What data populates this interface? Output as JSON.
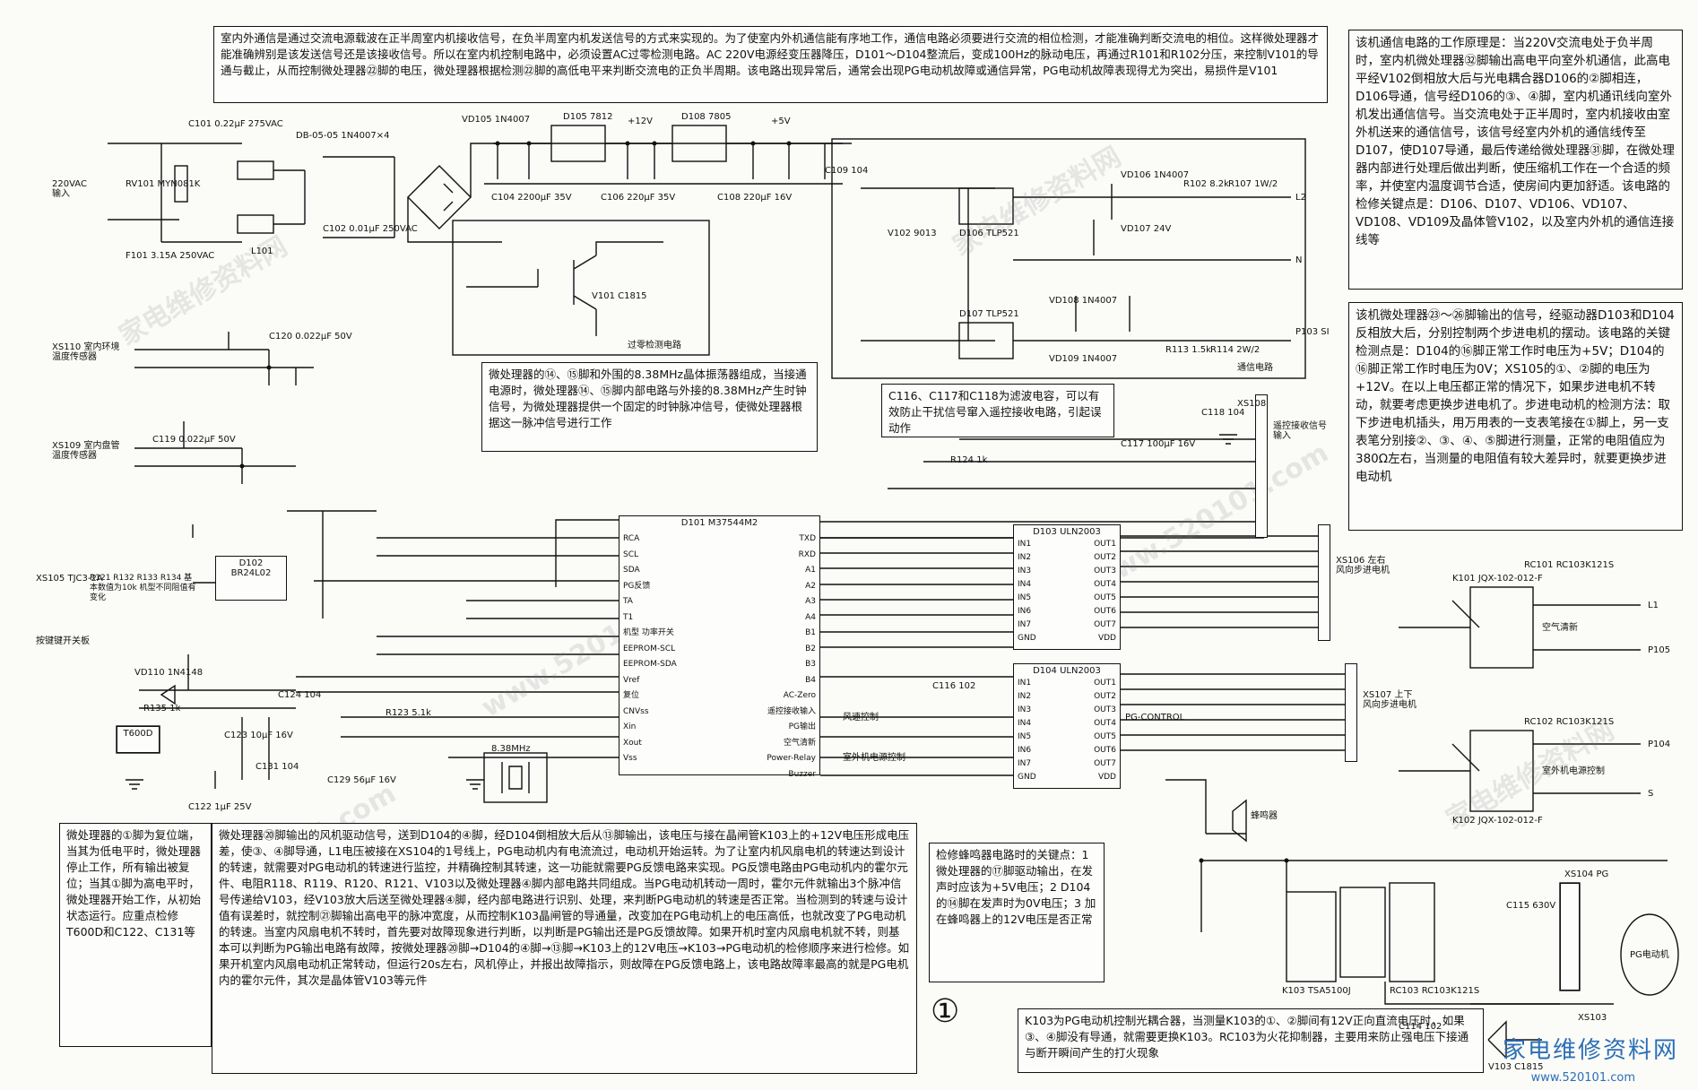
{
  "notes": {
    "top": "室内外通信是通过交流电源载波在正半周室内机接收信号，在负半周室内机发送信号的方式来实现的。为了使室内外机通信能有序地工作，通信电路必须要进行交流的相位检测，才能准确判断交流电的相位。这样微处理器才能准确辨别是该发送信号还是该接收信号。所以在室内机控制电路中，必须设置AC过零检测电路。AC 220V电源经变压器降压，D101～D104整流后，变成100Hz的脉动电压，再通过R101和R102分压，来控制V101的导通与截止，从而控制微处理器㉒脚的电压，微处理器根据检测㉒脚的高低电平来判断交流电的正负半周期。该电路出现异常后，通常会出现PG电动机故障或通信异常，PG电动机故障表现得尤为突出，易损件是V101",
    "right_top": "该机通信电路的工作原理是：当220V交流电处于负半周时，室内机微处理器㉜脚输出高电平向室外机通信，此高电平经V102倒相放大后与光电耦合器D106的②脚相连，D106导通，信号经D106的③、④脚，室内机通讯线向室外机发出通信信号。当交流电处于正半周时，室内机接收由室外机送来的通信信号，该信号经室内外机的通信线传至D107，使D107导通，最后传递给微处理器㉛脚，在微处理器内部进行处理后做出判断，使压缩机工作在一个合适的频率，并使室内温度调节合适，使房间内更加舒适。该电路的检修关键点是：D106、D107、VD106、VD107、VD108、VD109及晶体管V102，以及室内外机的通信连接线等",
    "right_mid": "该机微处理器㉓～㉖脚输出的信号，经驱动器D103和D104反相放大后，分别控制两个步进电机的摆动。该电路的关键检测点是：D104的⑯脚正常工作时电压为+5V；D104的⑯脚正常工作时电压为0V；XS105的①、②脚的电压为+12V。在以上电压都正常的情况下，如果步进电机不转动，就要考虑更换步进电机了。步进电动机的检测方法：取下步进电机插头，用万用表的一支表笔接在①脚上，另一支表笔分别接②、③、④、⑤脚进行测量，正常的电阻值应为380Ω左右，当测量的电阻值有较大差异时，就要更换步进电动机",
    "crystal": "微处理器的⑭、⑮脚和外围的8.38MHz晶体振荡器组成，当接通电源时，微处理器⑭、⑮脚内部电路与外接的8.38MHz产生时钟信号，为微处理器提供一个固定的时钟脉冲信号，使微处理器根据这一脉冲信号进行工作",
    "filter": "C116、C117和C118为滤波电容，可以有效防止干扰信号窜入遥控接收电路，引起误动作",
    "reset": "微处理器的①脚为复位端，当其为低电平时，微处理器停止工作，所有输出被复位；当其①脚为高电平时，微处理器开始工作，从初始状态运行。应重点检修T600D和C122、C131等",
    "pg": "微处理器⑳脚输出的风机驱动信号，送到D104的④脚，经D104倒相放大后从⑬脚输出，该电压与接在晶闸管K103上的+12V电压形成电压差，使③、④脚导通，L1电压被接在XS104的1号线上，PG电动机内有电流流过，电动机开始运转。为了让室内机风扇电机的转速达到设计的转速，就需要对PG电动机的转速进行监控，并精确控制其转速，这一功能就需要PG反馈电路来实现。PG反馈电路由PG电动机内的霍尔元件、电阻R118、R119、R120、R121、V103以及微处理器④脚内部电路共同组成。当PG电动机转动一周时，霍尔元件就输出3个脉冲信号传递给V103，经V103放大后送至微处理器④脚，经内部电路进行识别、处理，来判断PG电动机的转速是否正常。当检测到的转速与设计值有误差时，就控制㉑脚输出高电平的脉冲宽度，从而控制K103晶闸管的导通量，改变加在PG电动机上的电压高低，也就改变了PG电动机的转速。当室内风扇电机不转时，首先要对故障现象进行判断，以判断是PG输出还是PG反馈故障。如果开机时室内风扇电机就不转，则基本可以判断为PG输出电路有故障，按微处理器⑳脚→D104的④脚→⑬脚→K103上的12V电压→K103→PG电动机的检修顺序来进行检修。如果开机室内风扇电动机正常转动，但运行20s左右，风机停止，并报出故障指示，则故障在PG反馈电路上，该电路故障率最高的就是PG电机内的霍尔元件，其次是晶体管V103等元件",
    "buzzer": "检修蜂鸣器电路时的关键点：1 微处理器的⑰脚驱动输出，在发声时应该为+5V电压；2 D104的⑭脚在发声时为0V电压；3 加在蜂鸣器上的12V电压是否正常",
    "k103": "K103为PG电动机控制光耦合器，当测量K103的①、②脚间有12V正向直流电压时，如果③、④脚没有导通，就需要更换K103。RC103为火花抑制器，主要用来防止强电压下接通与断开瞬间产生的打火现象"
  },
  "ics": {
    "d101": {
      "name": "D101",
      "part": "M37544M2"
    },
    "d103": {
      "name": "D103",
      "part": "ULN2003"
    },
    "d104": {
      "name": "D104",
      "part": "ULN2003"
    },
    "d102": {
      "name": "D102",
      "part": "BR24L02"
    },
    "d105": {
      "name": "D105",
      "part": "7812"
    },
    "d108": {
      "name": "D108",
      "part": "7805"
    },
    "t600": {
      "name": "T600D"
    }
  },
  "d101_left_pins": [
    "RCA",
    "SCL",
    "SDA",
    "PG反馈",
    "TA",
    "T1",
    "机型  功率开关",
    "EEPROM-SCL",
    "EEPROM-SDA",
    "Vref",
    "复位",
    "CNVss",
    "Xin",
    "Xout",
    "Vss"
  ],
  "d101_right_pins": [
    "TXD",
    "RXD",
    "A1",
    "A2",
    "A3",
    "A4",
    "B1",
    "B2",
    "B3",
    "B4",
    "AC-Zero",
    "遥控接收输入",
    "PG输出",
    "空气清新",
    "Power-Relay",
    "Buzzer"
  ],
  "uln_in": [
    "IN1",
    "IN2",
    "IN3",
    "IN4",
    "IN5",
    "IN6",
    "IN7",
    "GND"
  ],
  "uln_out": [
    "OUT1",
    "OUT2",
    "OUT3",
    "OUT4",
    "OUT5",
    "OUT6",
    "OUT7",
    "VDD"
  ],
  "labels": {
    "ac_input": "220VAC 输入",
    "rv101": "RV101 MYN081K",
    "f101": "F101 3.15A 250VAC",
    "c101": "C101 0.22μF 275VAC",
    "db": "DB-05-05 1N4007×4",
    "l101": "L101",
    "c102": "C102 0.01μF 250VAC",
    "vd105": "VD105 1N4007",
    "c104": "C104 2200μF 35V",
    "c106": "C106 220μF 35V",
    "c108": "C108 220μF 16V",
    "c109": "C109 104",
    "plus12": "+12V",
    "plus5": "+5V",
    "ac_detect": "过零检测电路",
    "comm_circuit": "通信电路",
    "v101": "V101 C1815",
    "v102": "V102 9013",
    "d106": "D106 TLP521",
    "d107": "D107 TLP521",
    "vd106": "VD106 1N4007",
    "vd107": "VD107 24V",
    "vd108": "VD108 1N4007",
    "vd109": "VD109 1N4007",
    "r102": "R102 8.2k",
    "r107": "R107 1W/2",
    "r113": "R113 1.5k",
    "r114": "R114 2W/2",
    "l2": "L2",
    "n": "N",
    "p103": "P103 SI",
    "xs110": "XS110 室内环境温度传感器",
    "xs109": "XS109 室内盘管温度传感器",
    "xs105": "XS105 TJC3-2A",
    "jumper_note": "R121 R132 R133 R134 基本数值为10k 机型不同阻值有变化",
    "xs108": "XS108",
    "remote_in": "遥控接收信号输入",
    "xs106": "XS106 左右风向步进电机",
    "xs107": "XS107 上下风向步进电机",
    "air_fresh": "空气清新",
    "outdoor_power": "室外机电源控制",
    "k101": "K101 JQX-102-012-F",
    "k102": "K102 JQX-102-012-F",
    "rc101": "RC101 RC103K121S",
    "rc102": "RC102 RC103K121S",
    "rc103": "RC103 RC103K121S",
    "l1": "L1",
    "p105": "P105",
    "p104": "P104",
    "s": "S",
    "buzzer": "蜂鸣器",
    "k103": "K103 TSA5100J",
    "xs104": "XS104 PG",
    "pg_motor": "PG电动机",
    "v103": "V103 C1815",
    "xs103": "XS103",
    "crystal": "8.38MHz",
    "fan_control": "风速控制",
    "outdoor_ctrl": "室外机电源控制",
    "vd110": "VD110 1N4148",
    "c124": "C124 104",
    "c123": "C123 10μF 16V",
    "c122": "C122 1μF 25V",
    "c131": "C131 104",
    "c129": "C129 56μF 16V",
    "r135": "R135 1k",
    "r123": "R123 5.1k",
    "c116": "C116 102",
    "c117": "C117 100μF 16V",
    "c118": "C118 104",
    "pg_control": "PG-CONTROL",
    "sw_label": "按键键开关板",
    "c119": "C119 0.022μF 50V",
    "c120": "C120 0.022μF 50V",
    "r124": "R124 1k",
    "c114": "C114 102",
    "c115": "C115 630V"
  },
  "fig_label": "①",
  "watermarks": [
    "家电维修资料网",
    "www.520101.com",
    "家电维修资料网",
    "www.520101.com",
    "家电维修资料网",
    "www.520101.com"
  ],
  "brand": "家电维修资料网",
  "brand_url": "www.520101.com"
}
